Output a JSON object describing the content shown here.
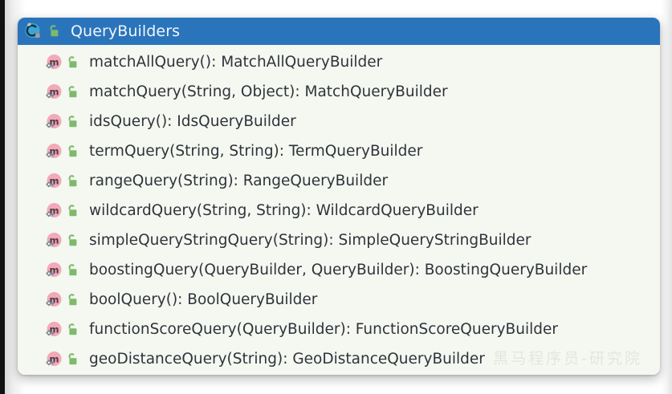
{
  "popup": {
    "header": {
      "title": "QueryBuilders",
      "class_icon": "class-icon",
      "visibility_icon": "unlocked-padlock-icon",
      "background_color": "#2a74bc",
      "title_color": "#f2f6fb"
    },
    "background_color": "#f4f8f1",
    "members": [
      {
        "icon": "method-icon",
        "visibility_icon": "unlocked-padlock-icon",
        "label": "matchAllQuery(): MatchAllQueryBuilder"
      },
      {
        "icon": "method-icon",
        "visibility_icon": "unlocked-padlock-icon",
        "label": "matchQuery(String, Object): MatchQueryBuilder"
      },
      {
        "icon": "method-icon",
        "visibility_icon": "unlocked-padlock-icon",
        "label": "idsQuery(): IdsQueryBuilder"
      },
      {
        "icon": "method-icon",
        "visibility_icon": "unlocked-padlock-icon",
        "label": "termQuery(String, String): TermQueryBuilder"
      },
      {
        "icon": "method-icon",
        "visibility_icon": "unlocked-padlock-icon",
        "label": "rangeQuery(String): RangeQueryBuilder"
      },
      {
        "icon": "method-icon",
        "visibility_icon": "unlocked-padlock-icon",
        "label": "wildcardQuery(String, String): WildcardQueryBuilder"
      },
      {
        "icon": "method-icon",
        "visibility_icon": "unlocked-padlock-icon",
        "label": "simpleQueryStringQuery(String): SimpleQueryStringBuilder"
      },
      {
        "icon": "method-icon",
        "visibility_icon": "unlocked-padlock-icon",
        "label": "boostingQuery(QueryBuilder, QueryBuilder): BoostingQueryBuilder"
      },
      {
        "icon": "method-icon",
        "visibility_icon": "unlocked-padlock-icon",
        "label": "boolQuery(): BoolQueryBuilder"
      },
      {
        "icon": "method-icon",
        "visibility_icon": "unlocked-padlock-icon",
        "label": "functionScoreQuery(QueryBuilder): FunctionScoreQueryBuilder"
      },
      {
        "icon": "method-icon",
        "visibility_icon": "unlocked-padlock-icon",
        "label": "geoDistanceQuery(String): GeoDistanceQueryBuilder"
      }
    ]
  },
  "watermark": {
    "text": "黑马程序员-研究院",
    "color": "#e2e6df"
  },
  "colors": {
    "accent_blue": "#2a74bc",
    "method_icon_pink": "#f0a8b8",
    "padlock_green": "#7fb96a",
    "text": "#30333a"
  }
}
